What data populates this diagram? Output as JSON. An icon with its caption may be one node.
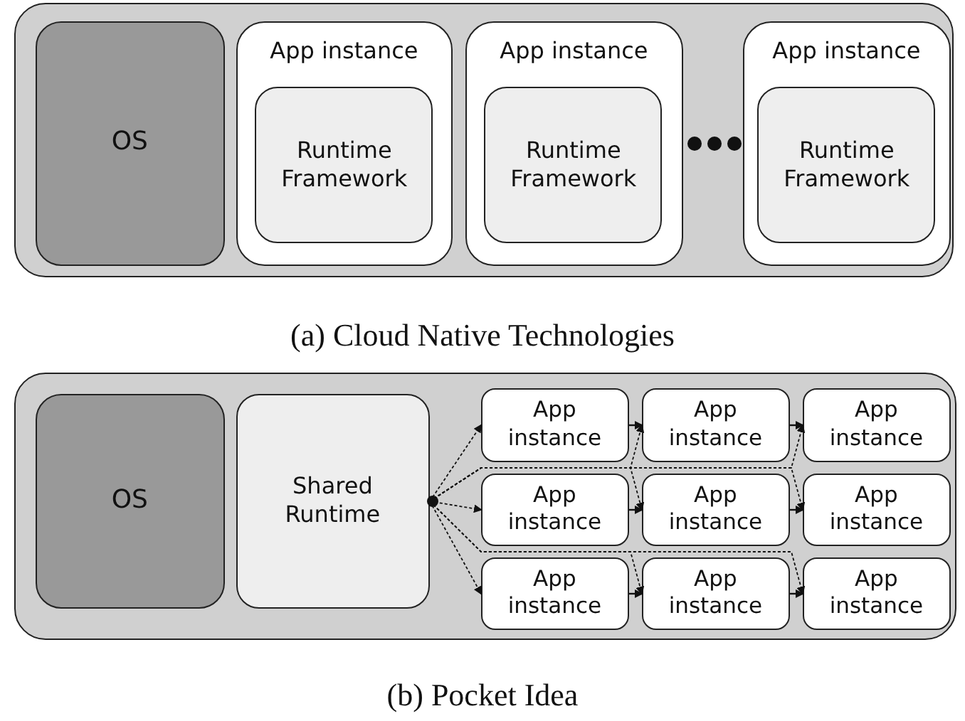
{
  "diagram": {
    "nodes": [
      {
        "text": [],
        "shape": "box"
      },
      {
        "text": [
          "OS"
        ],
        "in": 0
      },
      {
        "text": [
          "App instance"
        ],
        "in": 0
      },
      {
        "text": [
          "Runtime Framework"
        ],
        "in": 2
      },
      {
        "text": [
          "App instance"
        ],
        "in": 0
      },
      {
        "text": [
          "Runtime Framework"
        ],
        "in": 4
      },
      {
        "text": [
          "App instance"
        ],
        "in": 0
      },
      {
        "text": [
          "Runtime Framework"
        ],
        "in": 6
      },
      {
        "text": [],
        "shape": "box"
      },
      {
        "text": [
          "OS"
        ],
        "in": 8
      },
      {
        "text": [
          "Shared Runtime"
        ],
        "in": 8
      },
      {
        "text": [
          "App instance"
        ],
        "in": 8
      },
      {
        "text": [
          "App instance"
        ],
        "in": 8
      },
      {
        "text": [
          "App instance"
        ],
        "in": 8
      },
      {
        "text": [
          "App instance"
        ],
        "in": 8
      },
      {
        "text": [
          "App instance"
        ],
        "in": 8
      },
      {
        "text": [
          "App instance"
        ],
        "in": 8
      },
      {
        "text": [
          "App instance"
        ],
        "in": 8
      },
      {
        "text": [
          "App instance"
        ],
        "in": 8
      },
      {
        "text": [
          "App instance"
        ],
        "in": 8
      }
    ],
    "edges": [
      {
        "from": 10,
        "to": 11,
        "arrow": "to",
        "style": "dashed"
      },
      {
        "from": 10,
        "to": 12,
        "arrow": "to",
        "style": "dashed"
      },
      {
        "from": 10,
        "to": 13,
        "arrow": "to",
        "style": "dashed"
      },
      {
        "from": 10,
        "to": 14,
        "arrow": "to",
        "style": "dashed"
      },
      {
        "from": 10,
        "to": 15,
        "arrow": "to",
        "style": "dashed"
      },
      {
        "from": 10,
        "to": 16,
        "arrow": "to",
        "style": "dashed"
      },
      {
        "from": 10,
        "to": 17,
        "arrow": "to",
        "style": "dashed"
      },
      {
        "from": 10,
        "to": 18,
        "arrow": "to",
        "style": "dashed"
      },
      {
        "from": 10,
        "to": 19,
        "arrow": "to",
        "style": "dashed"
      },
      {
        "from": 11,
        "to": 12,
        "arrow": "to"
      },
      {
        "from": 12,
        "to": 13,
        "arrow": "to"
      },
      {
        "from": 14,
        "to": 15,
        "arrow": "to"
      },
      {
        "from": 15,
        "to": 16,
        "arrow": "to"
      },
      {
        "from": 17,
        "to": 18,
        "arrow": "to"
      },
      {
        "from": 18,
        "to": 19,
        "arrow": "to"
      }
    ],
    "labels": [
      "(a) Cloud Native Technologies",
      "(b) Pocket Idea"
    ]
  }
}
